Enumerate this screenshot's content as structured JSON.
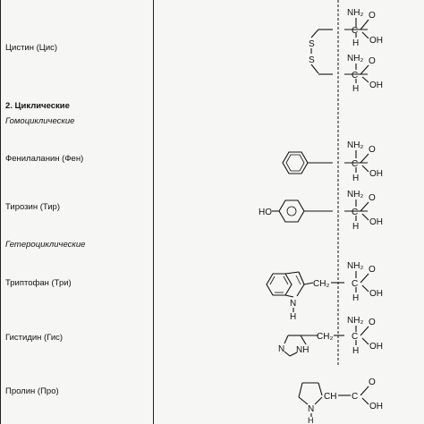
{
  "rows": {
    "cystine": "Цистин (Цис)",
    "section": "2. Циклические",
    "homocyclic": "Гомоциклические",
    "phenylalanine": "Фенилаланин (Фен)",
    "tyrosine": "Тирозин (Тир)",
    "heterocyclic": "Гетероциклические",
    "tryptophan": "Триптофан (Три)",
    "histidine": "Гистидин (Гис)",
    "proline": "Пролин (Про)"
  },
  "chem": {
    "nh2": "NH₂",
    "h": "H",
    "oh": "OH",
    "o": "O",
    "ch2": "CH₂",
    "ch": "CH",
    "c": "C",
    "s": "S",
    "n": "N",
    "ho": "HO",
    "nh": "NH"
  }
}
